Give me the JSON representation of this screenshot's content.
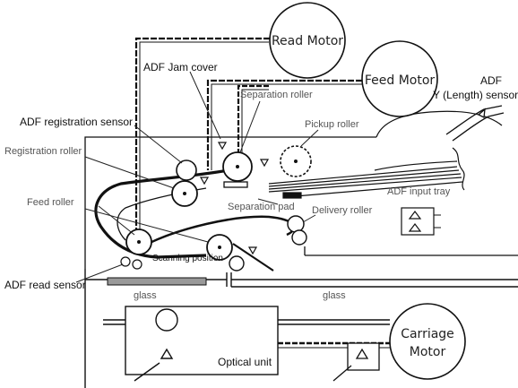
{
  "labels": {
    "read_motor": "Read Motor",
    "feed_motor": "Feed Motor",
    "adf_jam_cover": "ADF Jam cover",
    "separation_roller": "Separation roller",
    "pickup_roller": "Pickup roller",
    "adf_registration_sensor": "ADF registration sensor",
    "registration_roller": "Registration roller",
    "adf": "ADF",
    "y_length_sensor": "Y (Length) sensor",
    "adf_input_tray": "ADF input tray",
    "separation_pad": "Separation pad",
    "delivery_roller": "Delivery roller",
    "feed_roller": "Feed roller",
    "scanning_position": "Scanning position",
    "adf_read_sensor": "ADF read sensor",
    "glass_left": "glass",
    "glass_right": "glass",
    "optical_unit": "Optical unit",
    "carriage_motor_line1": "Carriage",
    "carriage_motor_line2": "Motor"
  },
  "colors": {
    "line": "#111111",
    "thin_line": "#333333",
    "gray_text": "#555555"
  }
}
